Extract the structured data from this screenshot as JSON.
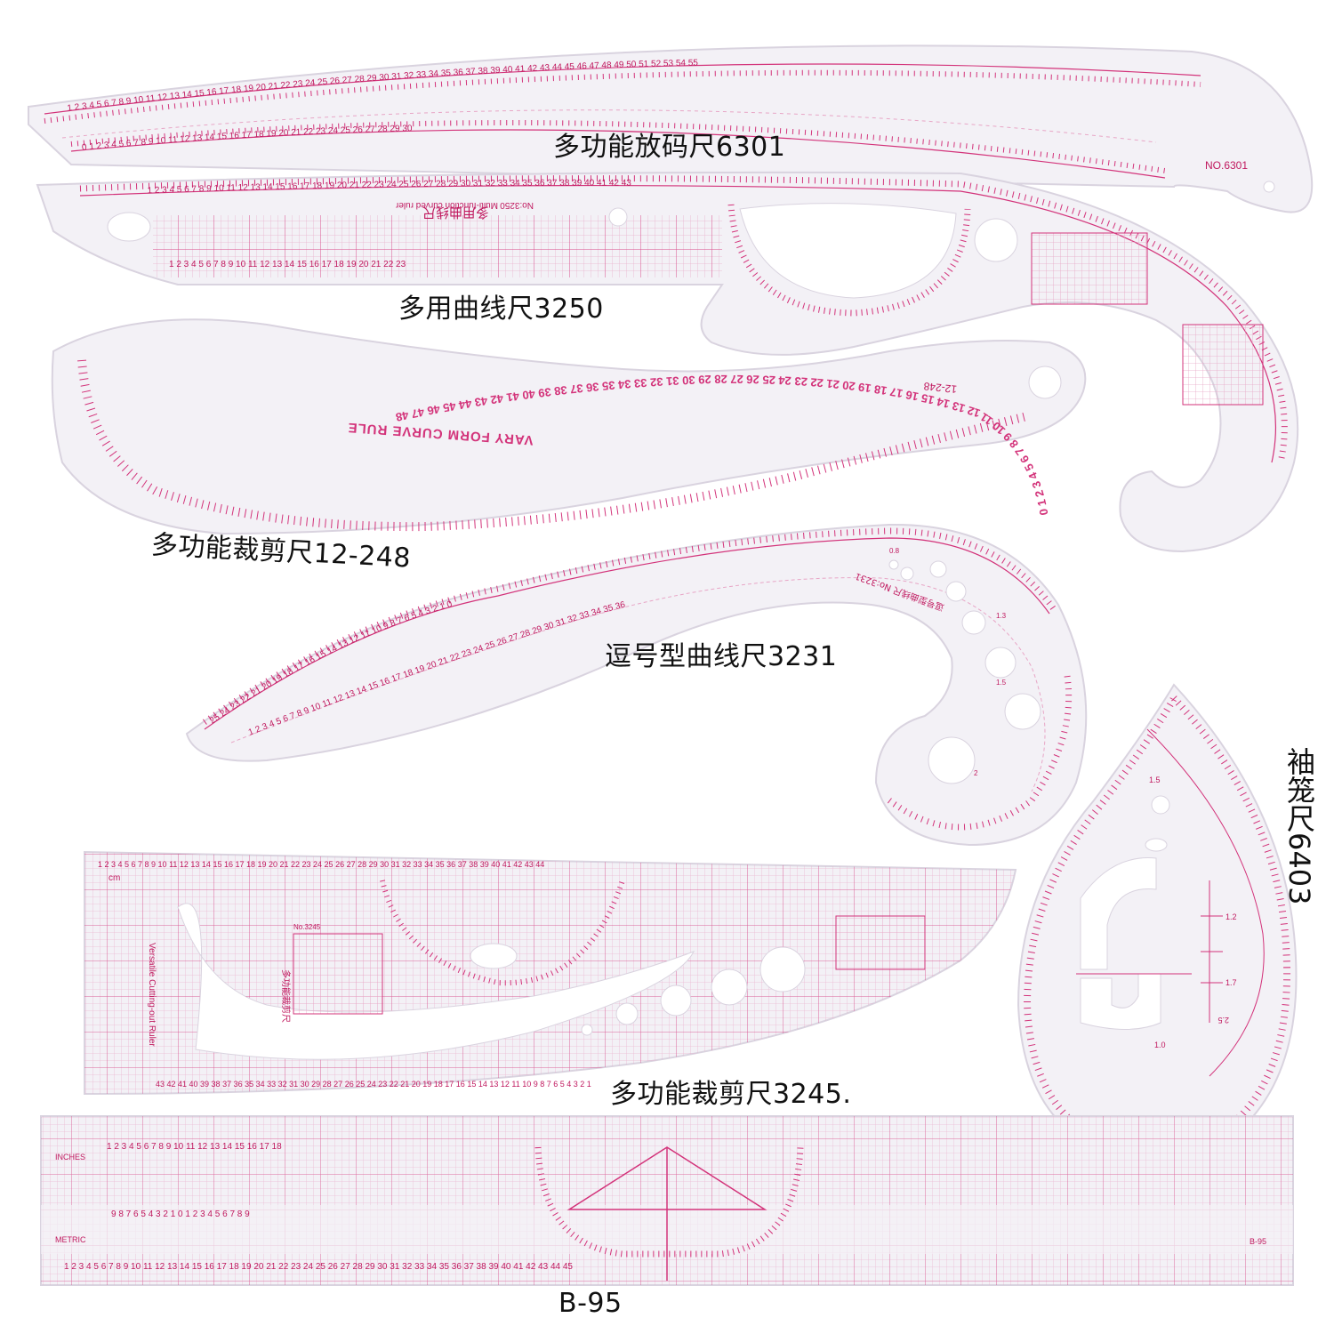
{
  "palette": {
    "ruler_fill": "#f3f1f6",
    "ruler_edge": "#d9d3df",
    "tick": "#d3337a",
    "grid": "#e8a6c6",
    "label": "#c0185e",
    "caption": "#111111"
  },
  "rulers": [
    {
      "id": "6301",
      "caption": "多功能放码尺6301",
      "imprint": "NO.6301",
      "scale_top": [
        "1",
        "2",
        "3",
        "4",
        "5",
        "6",
        "7",
        "8",
        "9",
        "10",
        "11",
        "12",
        "13",
        "14",
        "15",
        "16",
        "17",
        "18",
        "19",
        "20",
        "21",
        "22",
        "23",
        "24",
        "25",
        "26",
        "27",
        "28",
        "29",
        "30",
        "31",
        "32",
        "33",
        "34",
        "35",
        "36",
        "37",
        "38",
        "39",
        "40",
        "41",
        "42",
        "43",
        "44",
        "45",
        "46",
        "47",
        "48",
        "49",
        "50",
        "51",
        "52",
        "53",
        "54",
        "55"
      ],
      "scale_bottom": [
        "0",
        "1",
        "2",
        "3",
        "4",
        "5",
        "6",
        "7",
        "8",
        "9",
        "10",
        "11",
        "12",
        "13",
        "14",
        "15",
        "16",
        "17",
        "18",
        "19",
        "20",
        "21",
        "22",
        "23",
        "24",
        "25",
        "26",
        "27",
        "28",
        "29",
        "30"
      ]
    },
    {
      "id": "3250",
      "caption": "多用曲线尺3250",
      "imprint_cn": "多用曲线尺",
      "imprint_en": "Multi-function curved ruler",
      "imprint_no": "No:3250",
      "scale_top": [
        "1",
        "2",
        "3",
        "4",
        "5",
        "6",
        "7",
        "8",
        "9",
        "10",
        "11",
        "12",
        "13",
        "14",
        "15",
        "16",
        "17",
        "18",
        "19",
        "20",
        "21",
        "22",
        "23",
        "24",
        "25",
        "26",
        "27",
        "28",
        "29",
        "30",
        "31",
        "32",
        "33",
        "34",
        "35",
        "36",
        "37",
        "38",
        "39",
        "40",
        "41",
        "42",
        "43"
      ],
      "scale_grid": [
        "1",
        "2",
        "3",
        "4",
        "5",
        "6",
        "7",
        "8",
        "9",
        "10",
        "11",
        "12",
        "13",
        "14",
        "15",
        "16",
        "17",
        "18",
        "19",
        "20",
        "21",
        "22",
        "23"
      ]
    },
    {
      "id": "12-248",
      "caption": "多功能裁剪尺12-248",
      "imprint": "VARY FORM CURVE RULE",
      "imprint_no": "12-248",
      "scale": [
        "0",
        "1",
        "2",
        "3",
        "4",
        "5",
        "6",
        "7",
        "8",
        "9",
        "10",
        "11",
        "12",
        "13",
        "14",
        "15",
        "16",
        "17",
        "18",
        "19",
        "20",
        "21",
        "22",
        "23",
        "24",
        "25",
        "26",
        "27",
        "28",
        "29",
        "30",
        "31",
        "32",
        "33",
        "34",
        "35",
        "36",
        "37",
        "38",
        "39",
        "40",
        "41",
        "42",
        "43",
        "44",
        "45",
        "46",
        "47",
        "48"
      ]
    },
    {
      "id": "3231",
      "caption": "逗号型曲线尺3231",
      "imprint": "逗号型曲线尺 No:3231",
      "scale_outer": [
        "25",
        "24",
        "23",
        "22",
        "21",
        "20",
        "19",
        "18",
        "17",
        "16",
        "15",
        "14",
        "13",
        "12",
        "11",
        "10",
        "9",
        "8",
        "7",
        "6",
        "5",
        "4",
        "3",
        "2",
        "1",
        "0"
      ],
      "scale_inner": [
        "1",
        "2",
        "3",
        "4",
        "5",
        "6",
        "7",
        "8",
        "9",
        "10",
        "11",
        "12",
        "13",
        "14",
        "15",
        "16",
        "17",
        "18",
        "19",
        "20",
        "21",
        "22",
        "23",
        "24",
        "25",
        "26",
        "27",
        "28",
        "29",
        "30",
        "31",
        "32",
        "33",
        "34",
        "35",
        "36"
      ],
      "hole_labels": [
        "0.8",
        "1.3",
        "1.5",
        "2"
      ]
    },
    {
      "id": "6403",
      "caption": "袖笼尺6403",
      "labels": [
        "1.5",
        "1.2",
        "1.7",
        "2.5",
        "1.0"
      ]
    },
    {
      "id": "3245",
      "caption": "多功能裁剪尺3245.",
      "imprint_en": "Versatile Cutting-out Ruler",
      "imprint_cn": "多功能裁剪尺",
      "imprint_no": "No.3245",
      "unit": "cm",
      "scale_top": [
        "1",
        "2",
        "3",
        "4",
        "5",
        "6",
        "7",
        "8",
        "9",
        "10",
        "11",
        "12",
        "13",
        "14",
        "15",
        "16",
        "17",
        "18",
        "19",
        "20",
        "21",
        "22",
        "23",
        "24",
        "25",
        "26",
        "27",
        "28",
        "29",
        "30",
        "31",
        "32",
        "33",
        "34",
        "35",
        "36",
        "37",
        "38",
        "39",
        "40",
        "41",
        "42",
        "43",
        "44"
      ],
      "scale_bottom": [
        "43",
        "42",
        "41",
        "40",
        "39",
        "38",
        "37",
        "36",
        "35",
        "34",
        "33",
        "32",
        "31",
        "30",
        "29",
        "28",
        "27",
        "26",
        "25",
        "24",
        "23",
        "22",
        "21",
        "20",
        "19",
        "18",
        "17",
        "16",
        "15",
        "14",
        "13",
        "12",
        "11",
        "10",
        "9",
        "8",
        "7",
        "6",
        "5",
        "4",
        "3",
        "2",
        "1"
      ]
    },
    {
      "id": "B-95",
      "caption": "B-95",
      "inches_label": "INCHES",
      "metric_label": "METRIC",
      "imprint": "B-95",
      "scale_inches": [
        "1",
        "2",
        "3",
        "4",
        "5",
        "6",
        "7",
        "8",
        "9",
        "10",
        "11",
        "12",
        "13",
        "14",
        "15",
        "16",
        "17",
        "18"
      ],
      "scale_mid": [
        "9",
        "8",
        "7",
        "6",
        "5",
        "4",
        "3",
        "2",
        "1",
        "0",
        "1",
        "2",
        "3",
        "4",
        "5",
        "6",
        "7",
        "8",
        "9"
      ],
      "scale_metric": [
        "1",
        "2",
        "3",
        "4",
        "5",
        "6",
        "7",
        "8",
        "9",
        "10",
        "11",
        "12",
        "13",
        "14",
        "15",
        "16",
        "17",
        "18",
        "19",
        "20",
        "21",
        "22",
        "23",
        "24",
        "25",
        "26",
        "27",
        "28",
        "29",
        "30",
        "31",
        "32",
        "33",
        "34",
        "35",
        "36",
        "37",
        "38",
        "39",
        "40",
        "41",
        "42",
        "43",
        "44",
        "45"
      ]
    }
  ]
}
